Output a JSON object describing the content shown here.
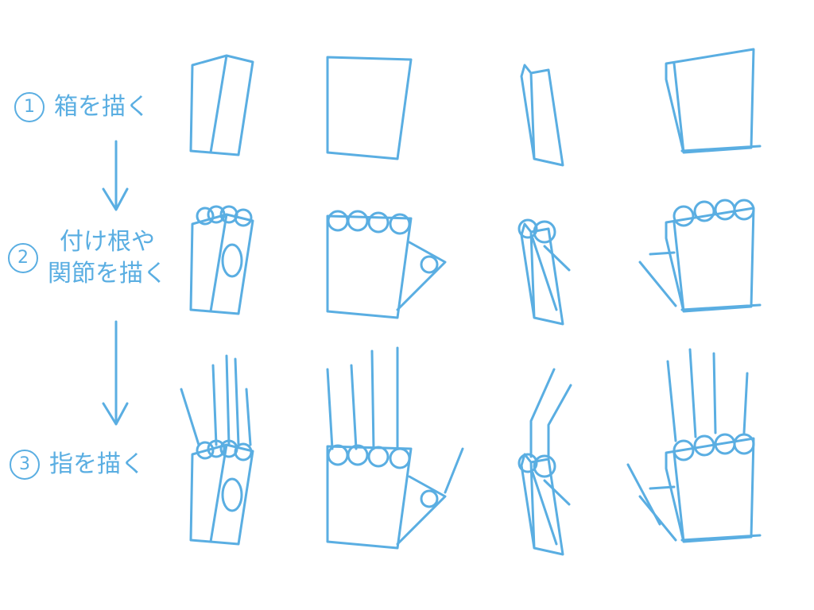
{
  "steps": [
    {
      "number": "1",
      "text": "箱を描く"
    },
    {
      "number": "2",
      "line1": "付け根や",
      "line2": "関節を描く"
    },
    {
      "number": "3",
      "text": "指を描く"
    }
  ],
  "colors": {
    "stroke": "#5aaee2",
    "background": "#ffffff"
  }
}
